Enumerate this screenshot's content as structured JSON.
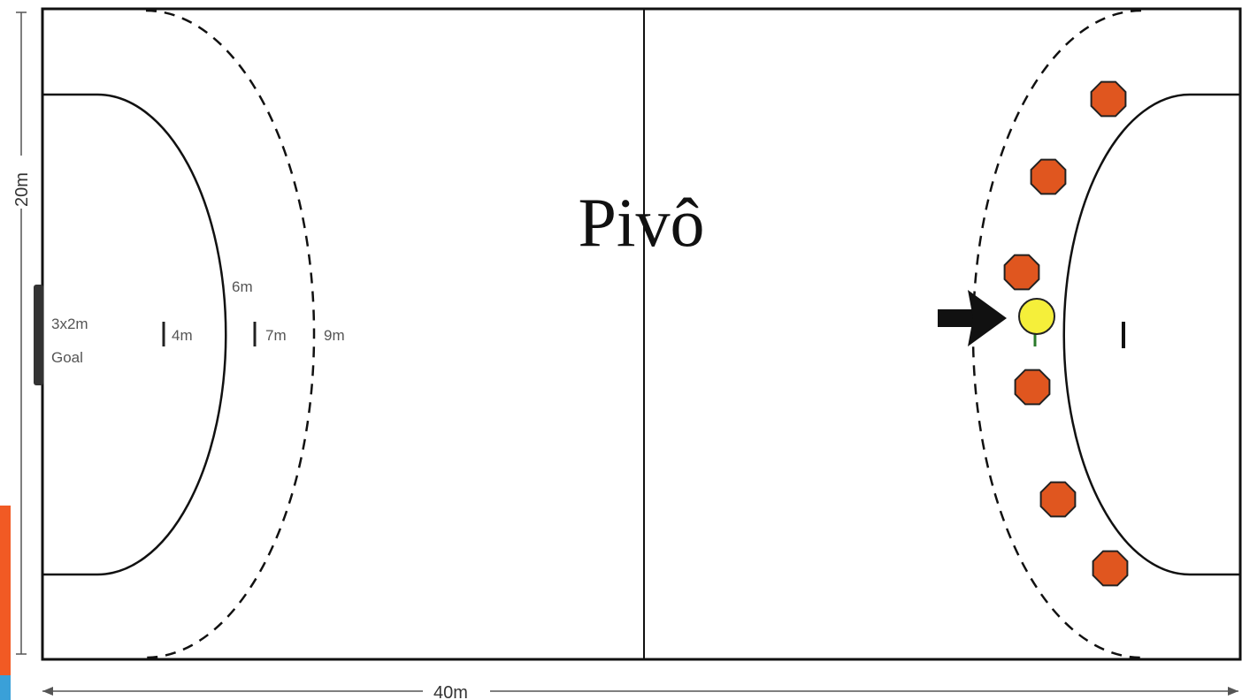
{
  "title": "Pivô",
  "court": {
    "width_label": "40m",
    "height_label": "20m",
    "goal_label_line1": "3x2m",
    "goal_label_line2": "Goal",
    "zone_6m": "6m",
    "zone_4m": "4m",
    "zone_7m": "7m",
    "zone_9m": "9m"
  },
  "players": {
    "defender_color": "#e0561f",
    "pivot_color": "#f5ef3a",
    "defenders_count": 6,
    "pivot_count": 1
  },
  "arrow": {
    "icon": "right-arrow-icon",
    "color": "#111111"
  },
  "accent_colors": [
    "#f15a24",
    "#3aa0d8"
  ]
}
